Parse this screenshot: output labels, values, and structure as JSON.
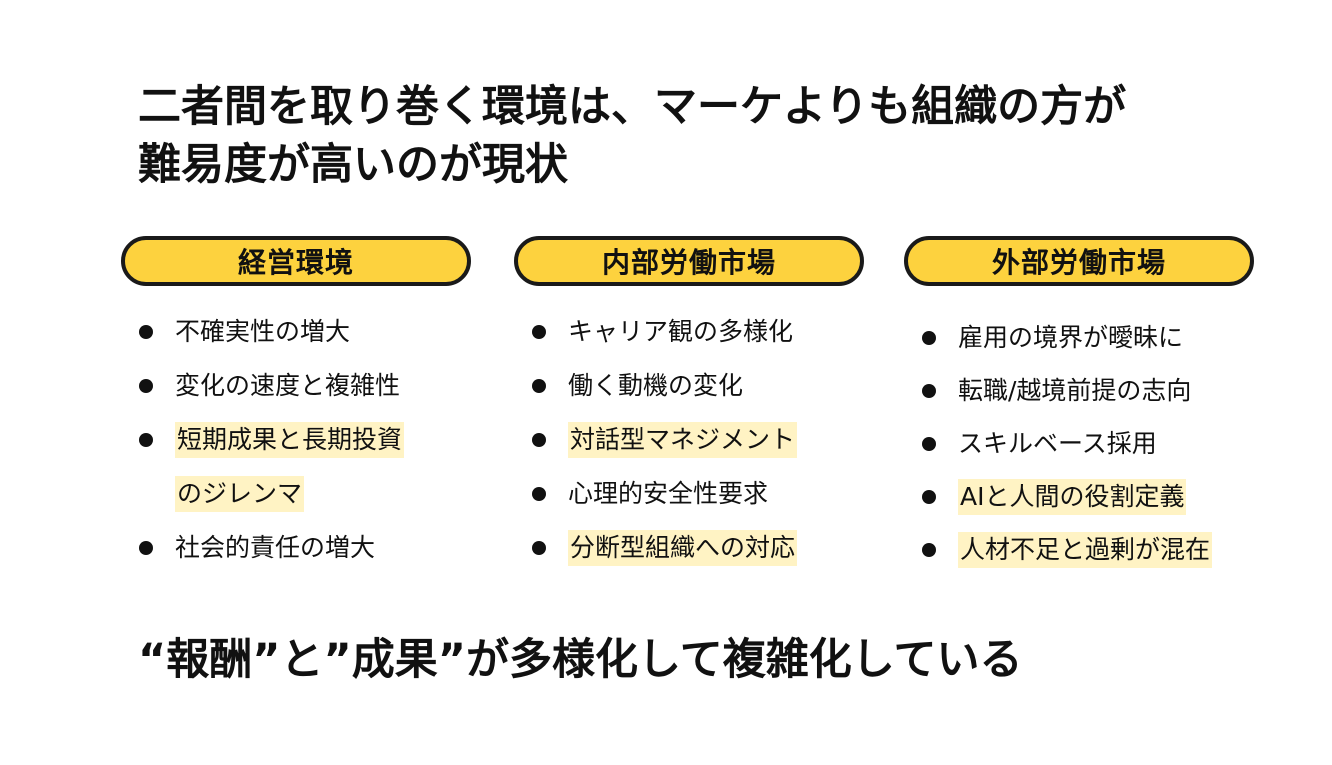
{
  "title": {
    "line1": "二者間を取り巻く環境は、マーケよりも組織の方が",
    "line2": "難易度が高いのが現状"
  },
  "columns": [
    {
      "header": "経営環境",
      "items": [
        {
          "text": "不確実性の増大",
          "highlight": false
        },
        {
          "text": "変化の速度と複雑性",
          "highlight": false
        },
        {
          "text_line1": "短期成果と長期投資",
          "text_line2": "のジレンマ",
          "highlight": true
        },
        {
          "text": "社会的責任の増大",
          "highlight": false
        }
      ]
    },
    {
      "header": "内部労働市場",
      "items": [
        {
          "text": "キャリア観の多様化",
          "highlight": false
        },
        {
          "text": "働く動機の変化",
          "highlight": false
        },
        {
          "text": "対話型マネジメント",
          "highlight": true
        },
        {
          "text": "心理的安全性要求",
          "highlight": false
        },
        {
          "text": "分断型組織への対応",
          "highlight": true
        }
      ]
    },
    {
      "header": "外部労働市場",
      "items": [
        {
          "text": "雇用の境界が曖昧に",
          "highlight": false
        },
        {
          "text": "転職/越境前提の志向",
          "highlight": false
        },
        {
          "text": "スキルベース採用",
          "highlight": false
        },
        {
          "text": "AIと人間の役割定義",
          "highlight": true
        },
        {
          "text": "人材不足と過剰が混在",
          "highlight": true
        }
      ]
    }
  ],
  "bottom_message": "“報酬”と”成果”が多様化して複雑化している",
  "colors": {
    "pill_fill": "#fdd23e",
    "pill_border": "#1a1a1a",
    "highlight": "#fff3c4",
    "text": "#111111"
  }
}
